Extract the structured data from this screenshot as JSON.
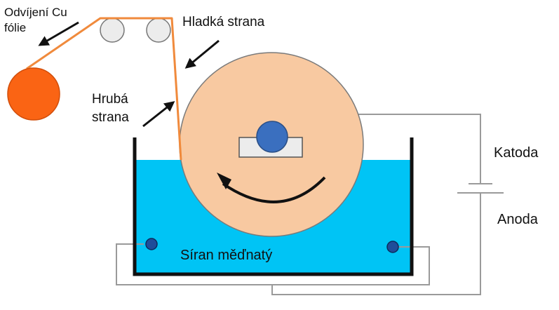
{
  "labels": {
    "unwinding_line1": "Odvíjení Cu",
    "unwinding_line2": "fólie",
    "smooth_side": "Hladká strana",
    "rough_side_line1": "Hrubá",
    "rough_side_line2": "strana",
    "cathode": "Katoda",
    "anode": "Anoda",
    "electrolyte": "Síran měďnatý"
  },
  "colors": {
    "electrolyte": "#00c4f5",
    "drum": "#f8c9a1",
    "foil": "#f08a3c",
    "foil_roll": "#fa6414",
    "axle": "#3a6fbf",
    "wire": "#9a9a9a",
    "tank": "#111111"
  }
}
